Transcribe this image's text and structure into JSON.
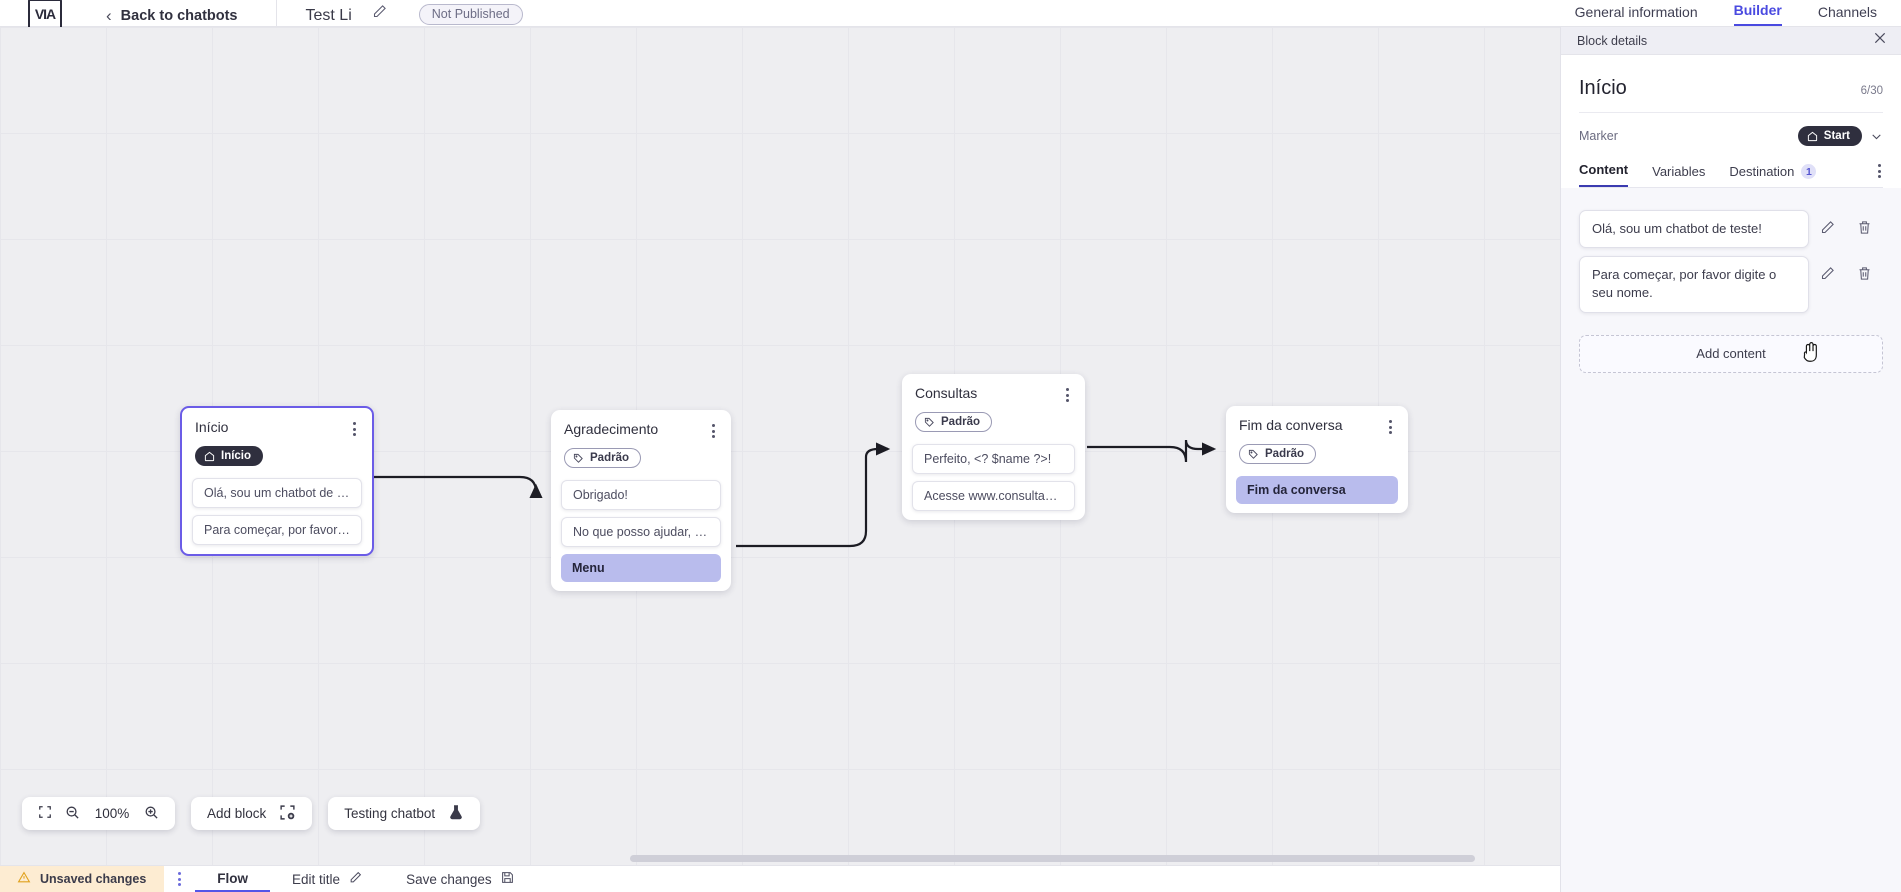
{
  "header": {
    "logo_icon": "app-logo-icon",
    "back_label": "Back to chatbots",
    "bot_title": "Test Li",
    "edit_icon": "pencil-icon",
    "publish_status": "Not Published",
    "tabs": [
      {
        "label": "General information",
        "active": false
      },
      {
        "label": "Builder",
        "active": true
      },
      {
        "label": "Channels",
        "active": false
      }
    ]
  },
  "canvas": {
    "zoom_level": "100%",
    "fit_icon": "fit-screen-icon",
    "zoom_out_icon": "zoom-out-icon",
    "zoom_in_icon": "zoom-in-icon",
    "add_block_label": "Add block",
    "add_block_icon": "add-block-icon",
    "testing_label": "Testing chatbot",
    "testing_icon": "flask-icon",
    "nodes": [
      {
        "id": "inicio",
        "title": "Início",
        "chip": "Início",
        "chip_type": "start",
        "chip_icon": "home-icon",
        "selected": true,
        "items": [
          {
            "text": "Olá, sou um chatbot de teste!",
            "highlight": false
          },
          {
            "text": "Para começar, por favor digite o ...",
            "highlight": false
          }
        ]
      },
      {
        "id": "agradecimento",
        "title": "Agradecimento",
        "chip": "Padrão",
        "chip_type": "default",
        "chip_icon": "tag-icon",
        "selected": false,
        "items": [
          {
            "text": "Obrigado!",
            "highlight": false
          },
          {
            "text": "No que posso ajudar, <? $name ...",
            "highlight": false
          },
          {
            "text": "Menu",
            "highlight": true
          }
        ]
      },
      {
        "id": "consultas",
        "title": "Consultas",
        "chip": "Padrão",
        "chip_type": "default",
        "chip_icon": "tag-icon",
        "selected": false,
        "items": [
          {
            "text": "Perfeito, <? $name ?>!",
            "highlight": false
          },
          {
            "text": "Acesse www.consultas.com par...",
            "highlight": false
          }
        ]
      },
      {
        "id": "fim",
        "title": "Fim da conversa",
        "chip": "Padrão",
        "chip_type": "default",
        "chip_icon": "tag-icon",
        "selected": false,
        "items": [
          {
            "text": "Fim da conversa",
            "highlight": true
          }
        ]
      }
    ]
  },
  "statusbar": {
    "warning_icon": "warning-triangle-icon",
    "unsaved_label": "Unsaved changes",
    "kebab_icon": "kebab-menu-icon",
    "flow_label": "Flow",
    "edit_title_label": "Edit title",
    "edit_title_icon": "pencil-icon",
    "save_label": "Save changes",
    "save_icon": "floppy-disk-icon"
  },
  "panel": {
    "head_title": "Block details",
    "close_icon": "close-icon",
    "block_title": "Início",
    "char_count": "6/30",
    "marker_label": "Marker",
    "marker_value": "Start",
    "marker_icon": "home-icon",
    "marker_chevron_icon": "chevron-down-icon",
    "tabs": [
      {
        "label": "Content",
        "active": true,
        "badge": null
      },
      {
        "label": "Variables",
        "active": false,
        "badge": null
      },
      {
        "label": "Destination",
        "active": false,
        "badge": "1"
      }
    ],
    "more_icon": "kebab-menu-icon",
    "contents": [
      {
        "text": "Olá, sou um chatbot de teste!",
        "edit_icon": "pencil-icon",
        "delete_icon": "trash-icon"
      },
      {
        "text": "Para começar, por favor digite o seu nome.",
        "edit_icon": "pencil-icon",
        "delete_icon": "trash-icon"
      }
    ],
    "add_content_label": "Add content"
  },
  "colors": {
    "accent": "#4a4ae0",
    "selected_node_border": "#6b5ce7",
    "highlight_item": "#b9bced",
    "warning_bg": "#fdecd2",
    "chip_dark": "#2f2f3e"
  }
}
